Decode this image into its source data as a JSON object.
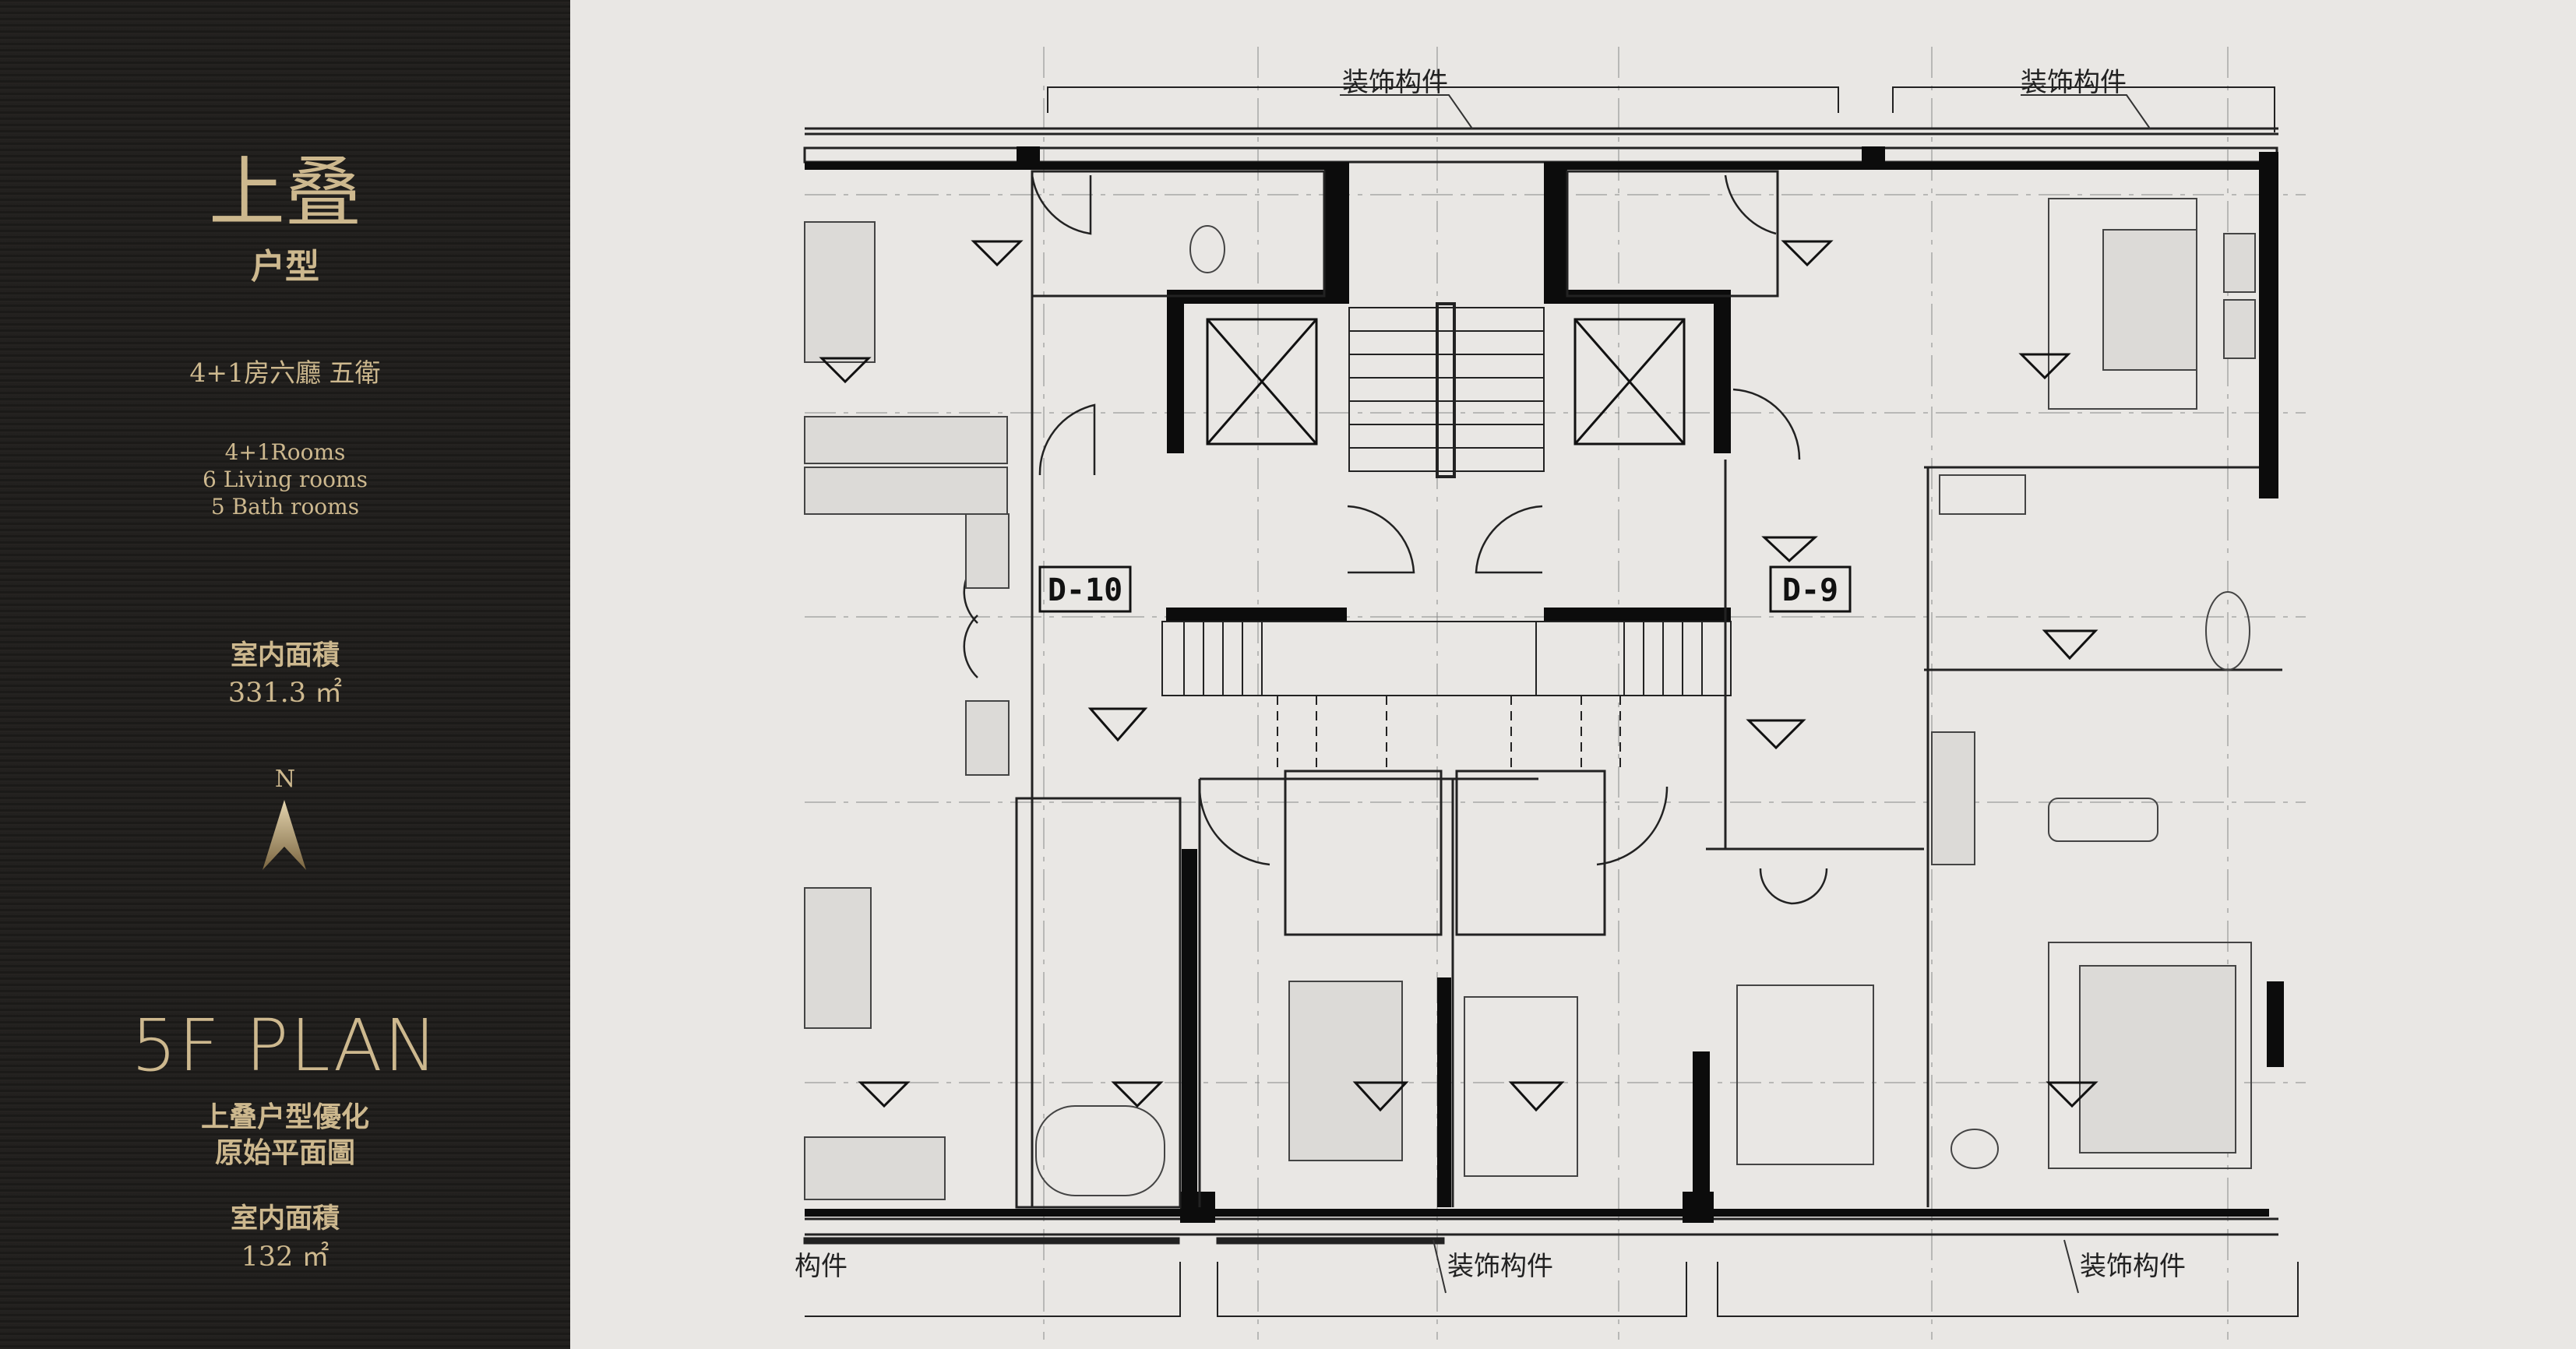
{
  "sidebar": {
    "title": "上叠",
    "subtitle": "户型",
    "layout_cn": "4+1房六廳 五衛",
    "layout_en": [
      "4+1Rooms",
      "6 Living rooms",
      "5 Bath rooms"
    ],
    "area_label": "室内面積",
    "area_value": "331.3 ㎡",
    "north_label": "N",
    "plan_title": "5F PLAN",
    "plan_desc": [
      "上叠户型優化",
      "原始平面圖"
    ],
    "area2_label": "室内面積",
    "area2_value": "132 ㎡"
  },
  "plan": {
    "labels": {
      "top_left": "装饰构件",
      "top_right": "装饰构件",
      "bottom_partial": "构件",
      "bottom_center": "装饰构件",
      "bottom_right": "装饰构件"
    },
    "tags": {
      "unit_left": "D-10",
      "unit_right": "D-9"
    }
  },
  "colors": {
    "gold": "#cdb88e",
    "panel": "#1f1d1b",
    "paper": "#e9e7e4",
    "ink": "#111111"
  }
}
